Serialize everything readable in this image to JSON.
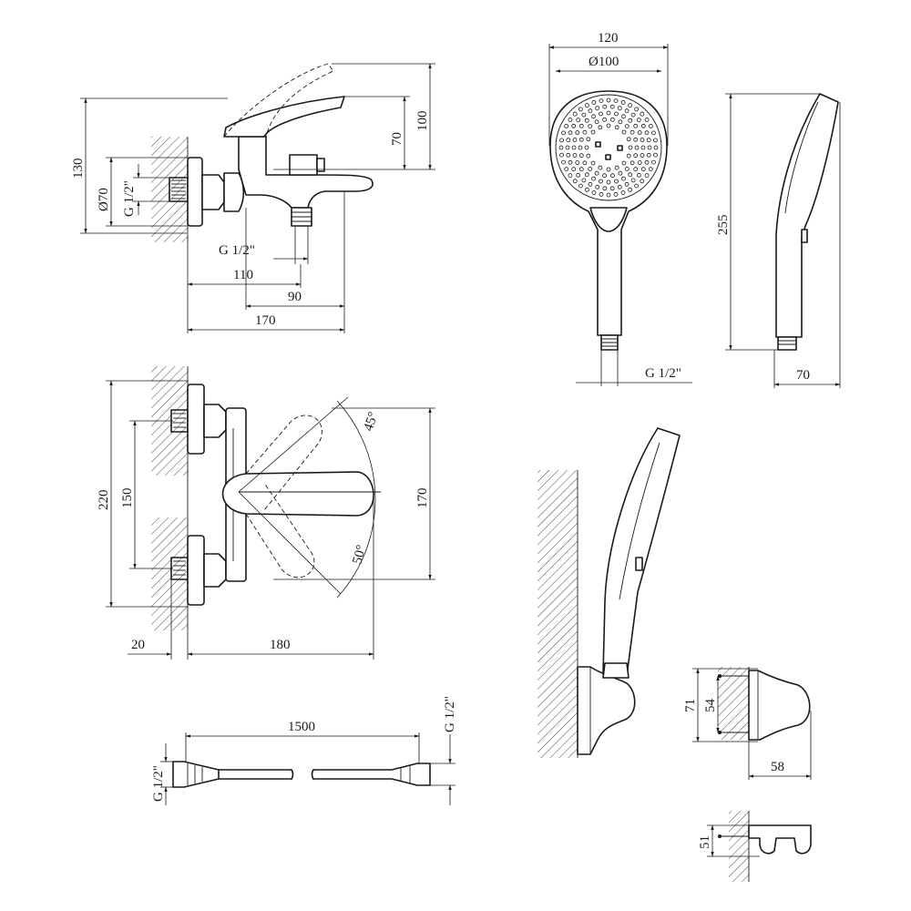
{
  "labels": {
    "d_130": "130",
    "d_dia70": "Ø70",
    "d_g12_side": "G 1/2\"",
    "d_g12_bottom": "G 1/2\"",
    "d_100": "100",
    "d_70_spout": "70",
    "d_110": "110",
    "d_90": "90",
    "d_170_bottom": "170",
    "d_120": "120",
    "d_dia100": "Ø100",
    "d_255": "255",
    "d_g12_hand": "G 1/2\"",
    "d_70_hand": "70",
    "d_220": "220",
    "d_150": "150",
    "d_170_front": "170",
    "d_45deg": "45°",
    "d_50deg": "50°",
    "d_20": "20",
    "d_180": "180",
    "d_1500": "1500",
    "d_g12_hose_l": "G 1/2\"",
    "d_g12_hose_r": "G 1/2\"",
    "d_71": "71",
    "d_54": "54",
    "d_58": "58",
    "d_51": "51"
  }
}
